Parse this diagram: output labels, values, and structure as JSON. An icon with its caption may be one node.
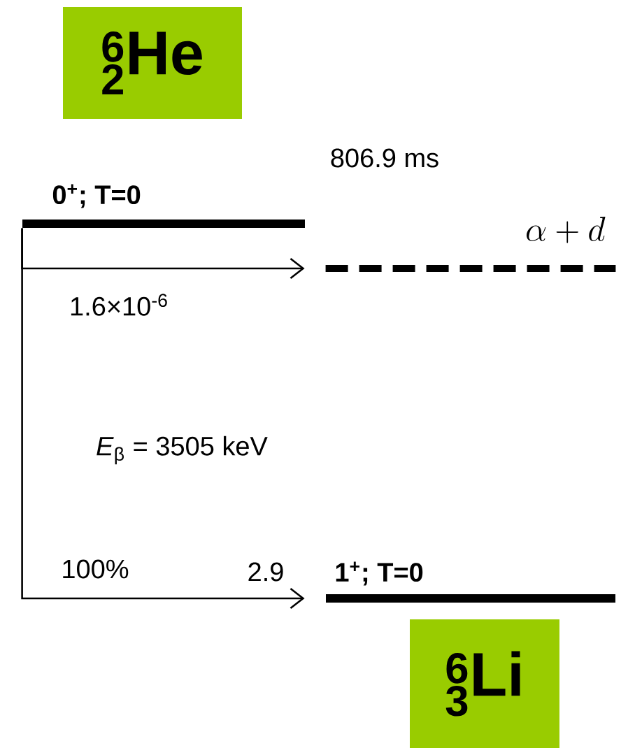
{
  "diagram": {
    "nodes": [
      {
        "text": [
          "{}^{\\mathbf{6}}_{\\mathbf{2}}\\mathbf{He}"
        ]
      },
      {
        "text": [
          "**0$^{+}$; T=0**"
        ],
        "beside": [
          "806.9 ms"
        ]
      },
      {
        "text": [
          "\\alpha + d"
        ]
      },
      {
        "text": [
          "**1$^{+}$; T=0**"
        ]
      },
      {
        "text": [
          "{}^{\\mathbf{6}}_{\\mathbf{3}}\\mathbf{Li}"
        ]
      }
    ],
    "edges": [
      {
        "from": 1,
        "to": 2,
        "arrow": "to",
        "label": "1.6×10$^{-6}$"
      },
      {
        "from": 1,
        "to": 3,
        "arrow": "to",
        "label": "100%"
      }
    ],
    "labels": [
      "*E*$_{β}$ = 3505 keV",
      "2.9"
    ]
  }
}
